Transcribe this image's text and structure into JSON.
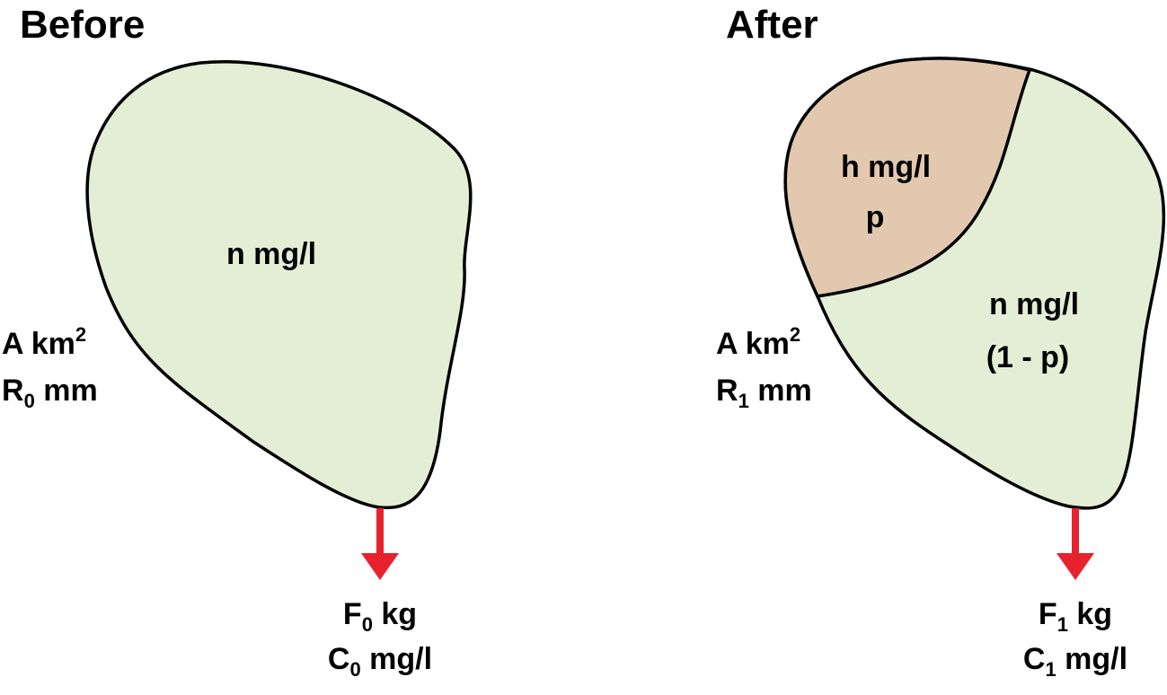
{
  "colors": {
    "catchment_fill": "#e3eed4",
    "subarea_fill": "#e2c8ae",
    "outline": "#000000",
    "outflow_arrow": "#e8212e"
  },
  "before": {
    "title": "Before",
    "concentration": "n mg/l",
    "area": {
      "main": "A km",
      "sup": "2"
    },
    "runoff": {
      "main": "R",
      "sub": "0",
      "unit": " mm"
    },
    "load": {
      "main": "F",
      "sub": "0",
      "unit": " kg"
    },
    "outflow_conc": {
      "main": "C",
      "sub": "0",
      "unit": " mg/l"
    }
  },
  "after": {
    "title": "After",
    "subarea_conc": "h mg/l",
    "subarea_fraction": "p",
    "remainder_conc": "n mg/l",
    "remainder_fraction": "(1 - p)",
    "area": {
      "main": "A km",
      "sup": "2"
    },
    "runoff": {
      "main": "R",
      "sub": "1",
      "unit": " mm"
    },
    "load": {
      "main": "F",
      "sub": "1",
      "unit": " kg"
    },
    "outflow_conc": {
      "main": "C",
      "sub": "1",
      "unit": " mg/l"
    }
  }
}
